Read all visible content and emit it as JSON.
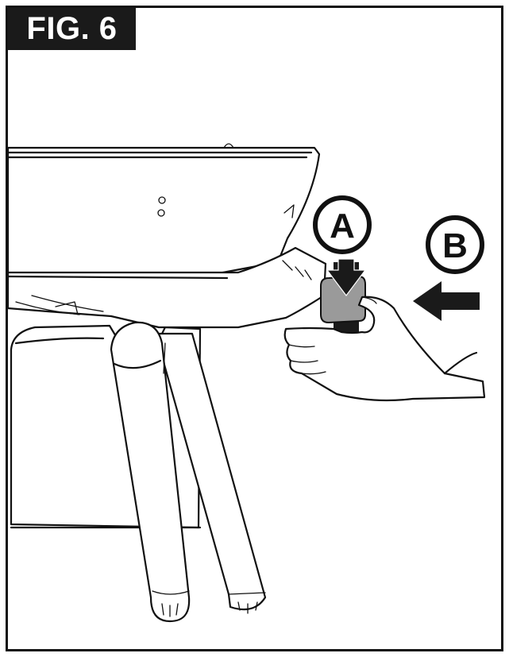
{
  "figure": {
    "label": "FIG. 6"
  },
  "callouts": {
    "a": "A",
    "b": "B"
  },
  "colors": {
    "frame": "#111111",
    "label_background": "#1a1a1a",
    "label_text": "#ffffff",
    "knob_fill": "#9a9a9a"
  }
}
